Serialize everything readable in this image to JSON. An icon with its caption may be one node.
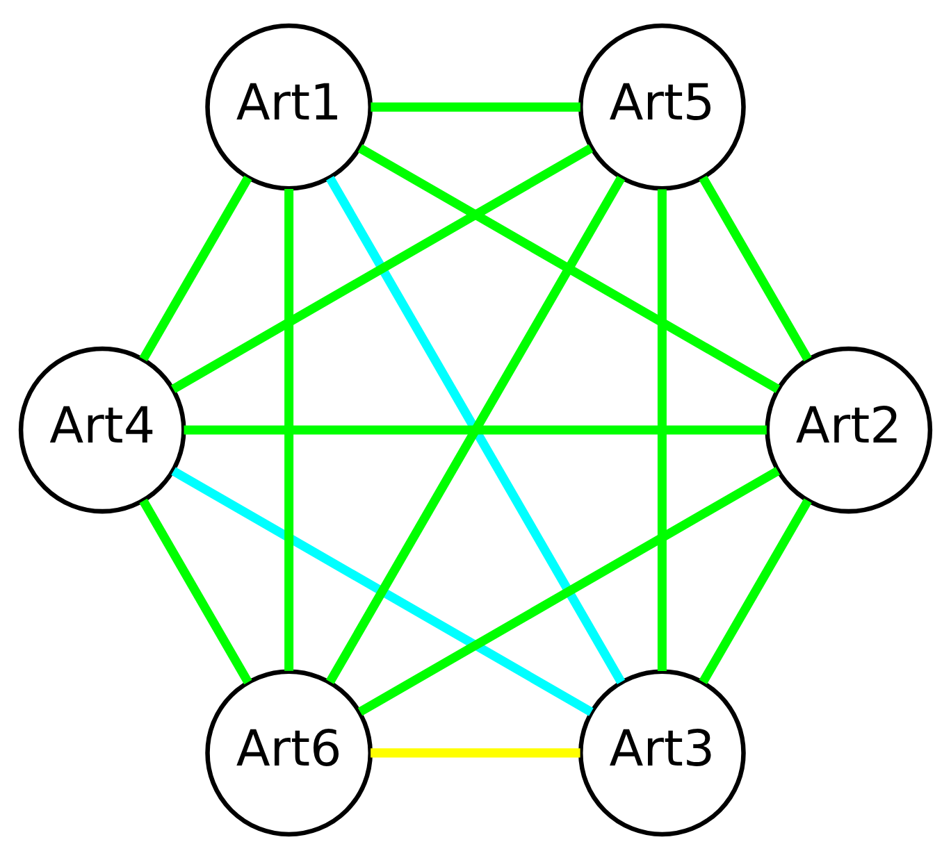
{
  "diagram": {
    "nodes": [
      {
        "text": [
          "Art3"
        ]
      },
      {
        "text": [
          "Art2"
        ]
      },
      {
        "text": [
          "Art4"
        ]
      },
      {
        "text": [
          "Art1"
        ]
      },
      {
        "text": [
          "Art5"
        ]
      },
      {
        "text": [
          "Art6"
        ]
      }
    ],
    "edges": [
      {
        "from": 0,
        "to": 1,
        "arrow": "none"
      },
      {
        "from": 0,
        "to": 2,
        "arrow": "none",
        "color": "#00ffff"
      },
      {
        "from": 0,
        "to": 3,
        "arrow": "none",
        "color": "#00ffff"
      },
      {
        "from": 0,
        "to": 4,
        "arrow": "none"
      },
      {
        "from": 0,
        "to": 5,
        "arrow": "none",
        "color": "#ffff00"
      },
      {
        "from": 1,
        "to": 2,
        "arrow": "none"
      },
      {
        "from": 1,
        "to": 3,
        "arrow": "none"
      },
      {
        "from": 1,
        "to": 4,
        "arrow": "none"
      },
      {
        "from": 1,
        "to": 5,
        "arrow": "none"
      },
      {
        "from": 2,
        "to": 3,
        "arrow": "none"
      },
      {
        "from": 2,
        "to": 4,
        "arrow": "none"
      },
      {
        "from": 2,
        "to": 5,
        "arrow": "none"
      },
      {
        "from": 3,
        "to": 4,
        "arrow": "none"
      },
      {
        "from": 3,
        "to": 5,
        "arrow": "none"
      },
      {
        "from": 4,
        "to": 5,
        "arrow": "none"
      }
    ]
  }
}
